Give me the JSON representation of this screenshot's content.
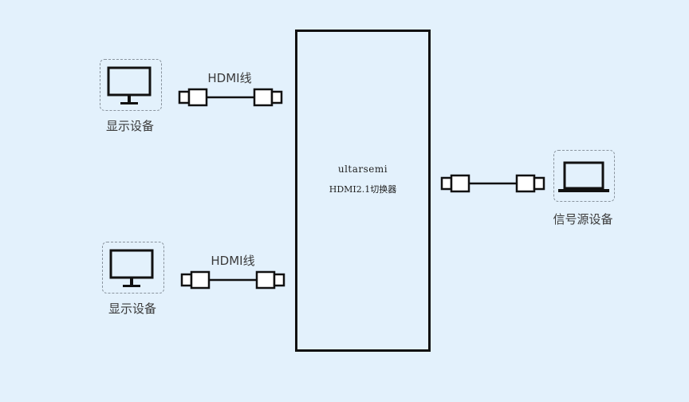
{
  "displays": [
    {
      "label": "显示设备",
      "icon": "monitor-icon"
    },
    {
      "label": "显示设备",
      "icon": "monitor-icon"
    }
  ],
  "cables": [
    {
      "label": "HDMI线",
      "icon": "hdmi-cable-icon"
    },
    {
      "label": "HDMI线",
      "icon": "hdmi-cable-icon"
    },
    {
      "label": "",
      "icon": "hdmi-cable-icon"
    }
  ],
  "switcher": {
    "name": "ultarsemi",
    "model": "HDMI2.1切换器"
  },
  "source": {
    "label": "信号源设备",
    "icon": "laptop-icon"
  },
  "colors": {
    "background": "#e3f1fc",
    "stroke": "#111111",
    "dashed_border": "#8a949e"
  }
}
